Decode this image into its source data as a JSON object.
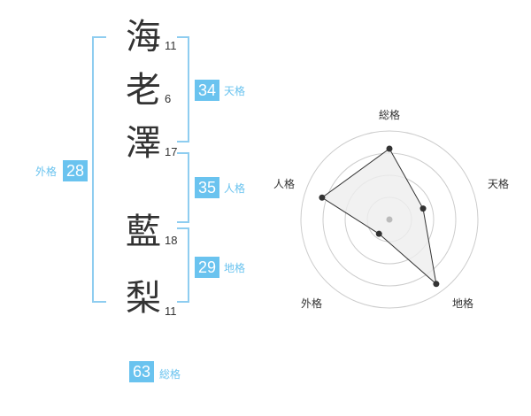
{
  "name": {
    "chars": [
      {
        "char": "海",
        "strokes": "11"
      },
      {
        "char": "老",
        "strokes": "6"
      },
      {
        "char": "澤",
        "strokes": "17"
      },
      {
        "char": "藍",
        "strokes": "18"
      },
      {
        "char": "梨",
        "strokes": "11"
      }
    ]
  },
  "kakusu": {
    "tenkaku": {
      "value": "34",
      "label": "天格"
    },
    "jinkaku": {
      "value": "35",
      "label": "人格"
    },
    "chikaku": {
      "value": "29",
      "label": "地格"
    },
    "gaikaku": {
      "value": "28",
      "label": "外格"
    },
    "soukaku": {
      "value": "63",
      "label": "総格"
    }
  },
  "radar": {
    "labels": {
      "top": "総格",
      "right": "天格",
      "bottom_right": "地格",
      "bottom_left": "外格",
      "left": "人格"
    },
    "levels": 4,
    "values": {
      "soukaku": 0.8,
      "tenkaku": 0.4,
      "chikaku": 0.9,
      "gaikaku": 0.2,
      "jinkaku": 0.8
    },
    "colors": {
      "fill": "#eeeeee",
      "stroke": "#333333",
      "grid": "#cccccc",
      "center": "#bbbbbb"
    }
  },
  "colors": {
    "accent": "#6ac3ef",
    "bracket": "#8ecdf0"
  }
}
